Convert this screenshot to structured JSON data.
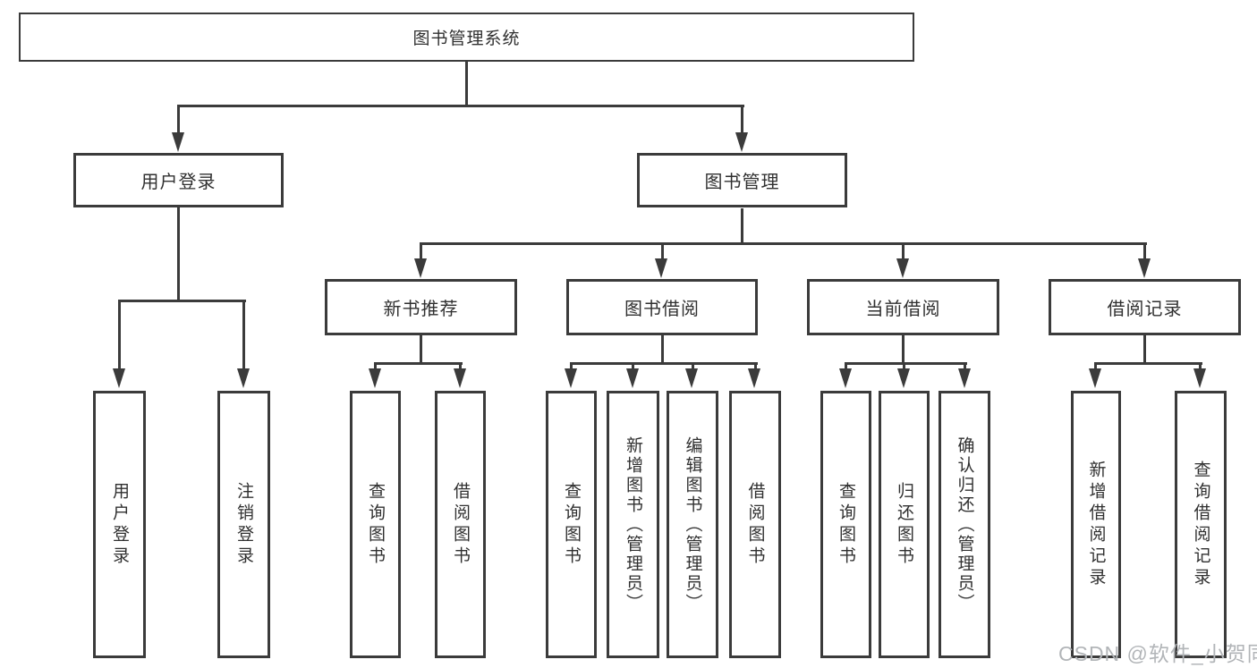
{
  "diagram": {
    "title": "图书管理系统",
    "type": "hierarchy-tree"
  },
  "tree": {
    "root": {
      "label": "图书管理系统"
    },
    "branches": {
      "user_login": {
        "label": "用户登录",
        "children": [
          {
            "label": "用户登录"
          },
          {
            "label": "注销登录"
          }
        ]
      },
      "book_mgmt": {
        "label": "图书管理",
        "children": [
          {
            "label": "新书推荐",
            "children": [
              {
                "label": "查询图书"
              },
              {
                "label": "借阅图书"
              }
            ]
          },
          {
            "label": "图书借阅",
            "children": [
              {
                "label": "查询图书"
              },
              {
                "label": "新增图书（管理员）"
              },
              {
                "label": "编辑图书（管理员）"
              },
              {
                "label": "借阅图书"
              }
            ]
          },
          {
            "label": "当前借阅",
            "children": [
              {
                "label": "查询图书"
              },
              {
                "label": "归还图书"
              },
              {
                "label": "确认归还（管理员）"
              }
            ]
          },
          {
            "label": "借阅记录",
            "children": [
              {
                "label": "新增借阅记录"
              },
              {
                "label": "查询借阅记录"
              }
            ]
          }
        ]
      }
    }
  },
  "watermark": {
    "text": "CSDN @软件_小贺同学"
  },
  "colors": {
    "line": "#3b3b3b",
    "border": "#3b3b3b",
    "text": "#303030",
    "watermark": "#b2b5b8",
    "background": "#ffffff"
  }
}
